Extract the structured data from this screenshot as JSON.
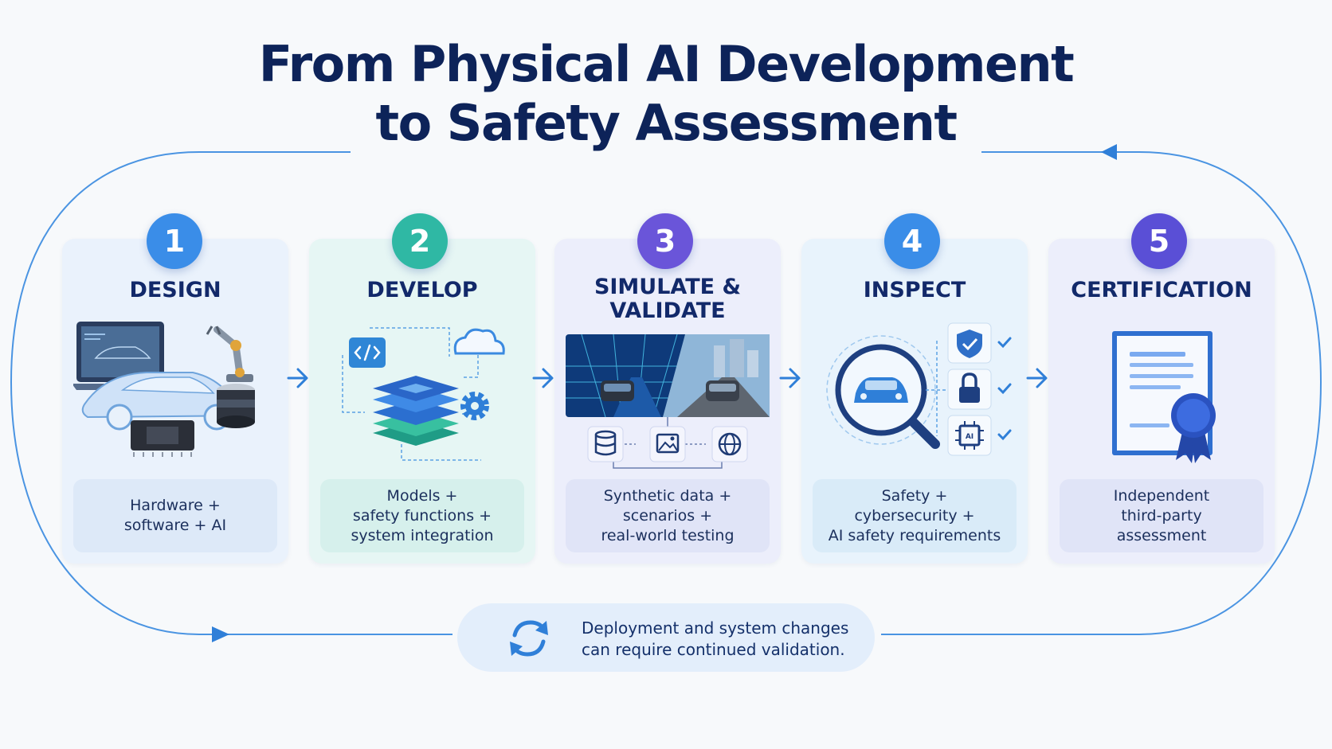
{
  "title": {
    "line1": "From Physical AI Development",
    "line2": "to Safety Assessment"
  },
  "steps": [
    {
      "number": "1",
      "title_line1": "DESIGN",
      "title_line2": "",
      "desc_lines": [
        "Hardware +",
        "software + AI"
      ],
      "color": "#3a8de8",
      "icons": [
        "laptop-icon",
        "car-wireframe-icon",
        "robot-arm-icon",
        "chip-icon",
        "lidar-sensor-icon"
      ]
    },
    {
      "number": "2",
      "title_line1": "DEVELOP",
      "title_line2": "",
      "desc_lines": [
        "Models +",
        "safety functions +",
        "system integration"
      ],
      "color": "#2fb8a4",
      "icons": [
        "code-icon",
        "cloud-icon",
        "layers-icon",
        "gear-icon"
      ]
    },
    {
      "number": "3",
      "title_line1": "SIMULATE &",
      "title_line2": "VALIDATE",
      "desc_lines": [
        "Synthetic data +",
        "scenarios +",
        "real-world testing"
      ],
      "color": "#6a55d9",
      "icons": [
        "simulation-scene-icon",
        "database-icon",
        "image-icon",
        "globe-icon"
      ]
    },
    {
      "number": "4",
      "title_line1": "INSPECT",
      "title_line2": "",
      "desc_lines": [
        "Safety +",
        "cybersecurity +",
        "AI safety requirements"
      ],
      "color": "#3a8de8",
      "icons": [
        "magnifier-car-icon",
        "shield-check-icon",
        "lock-icon",
        "ai-chip-icon",
        "checkmark-icon"
      ]
    },
    {
      "number": "5",
      "title_line1": "CERTIFICATION",
      "title_line2": "",
      "desc_lines": [
        "Independent",
        "third-party",
        "assessment"
      ],
      "color": "#5a4fd6",
      "icons": [
        "certificate-icon",
        "ribbon-seal-icon"
      ]
    }
  ],
  "note": {
    "line1": "Deployment and system changes",
    "line2": "can require continued validation.",
    "icon": "refresh-cycle-icon"
  },
  "colors": {
    "title": "#0d2359",
    "accent": "#2f7fd8",
    "loop_line": "#3f8ee0"
  }
}
